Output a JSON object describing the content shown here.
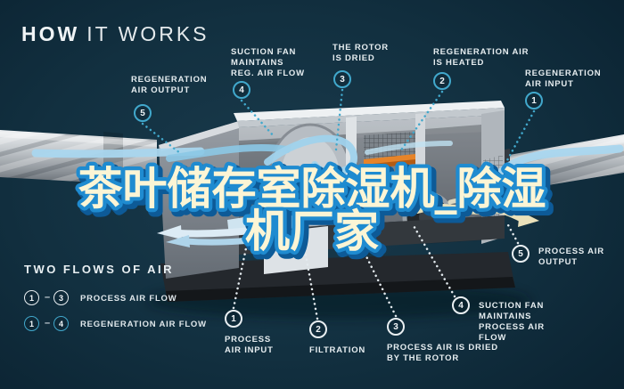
{
  "title": {
    "word_bold": "HOW",
    "word_light": "IT WORKS"
  },
  "watermark": {
    "line1": "茶叶储存室除湿机_除湿",
    "line2": "机厂家"
  },
  "legend": {
    "title": "TWO FLOWS OF AIR",
    "dash": "–",
    "rows": [
      {
        "from": "1",
        "to": "3",
        "label": "PROCESS AIR FLOW",
        "style": "white"
      },
      {
        "from": "1",
        "to": "4",
        "label": "REGENERATION AIR FLOW",
        "style": "teal"
      }
    ]
  },
  "callouts": {
    "regeneration": [
      {
        "num": "1",
        "label": "REGENERATION AIR INPUT"
      },
      {
        "num": "2",
        "label": "REGENERATION AIR IS HEATED"
      },
      {
        "num": "3",
        "label": "THE ROTOR IS DRIED"
      },
      {
        "num": "4",
        "label": "SUCTION FAN MAINTAINS REG. AIR FLOW"
      },
      {
        "num": "5",
        "label": "REGENERATION AIR OUTPUT"
      }
    ],
    "process": [
      {
        "num": "1",
        "label": "PROCESS AIR INPUT"
      },
      {
        "num": "2",
        "label": "FILTRATION"
      },
      {
        "num": "3",
        "label": "PROCESS AIR IS DRIED BY THE ROTOR"
      },
      {
        "num": "4",
        "label": "SUCTION FAN MAINTAINS PROCESS AIR FLOW"
      },
      {
        "num": "5",
        "label": "PROCESS AIR OUTPUT"
      }
    ]
  },
  "colors": {
    "background": "#0e2a3a",
    "accent_teal": "#41a8cc",
    "label_white": "#e6edf0",
    "watermark_fill": "#fcf5d5",
    "watermark_stroke": "#1f8bd0",
    "watermark_shadow": "#0d5a97",
    "heater_orange": "#e78429",
    "flow_blue": "#a9d6ee",
    "flow_cream": "#eae1ba"
  }
}
